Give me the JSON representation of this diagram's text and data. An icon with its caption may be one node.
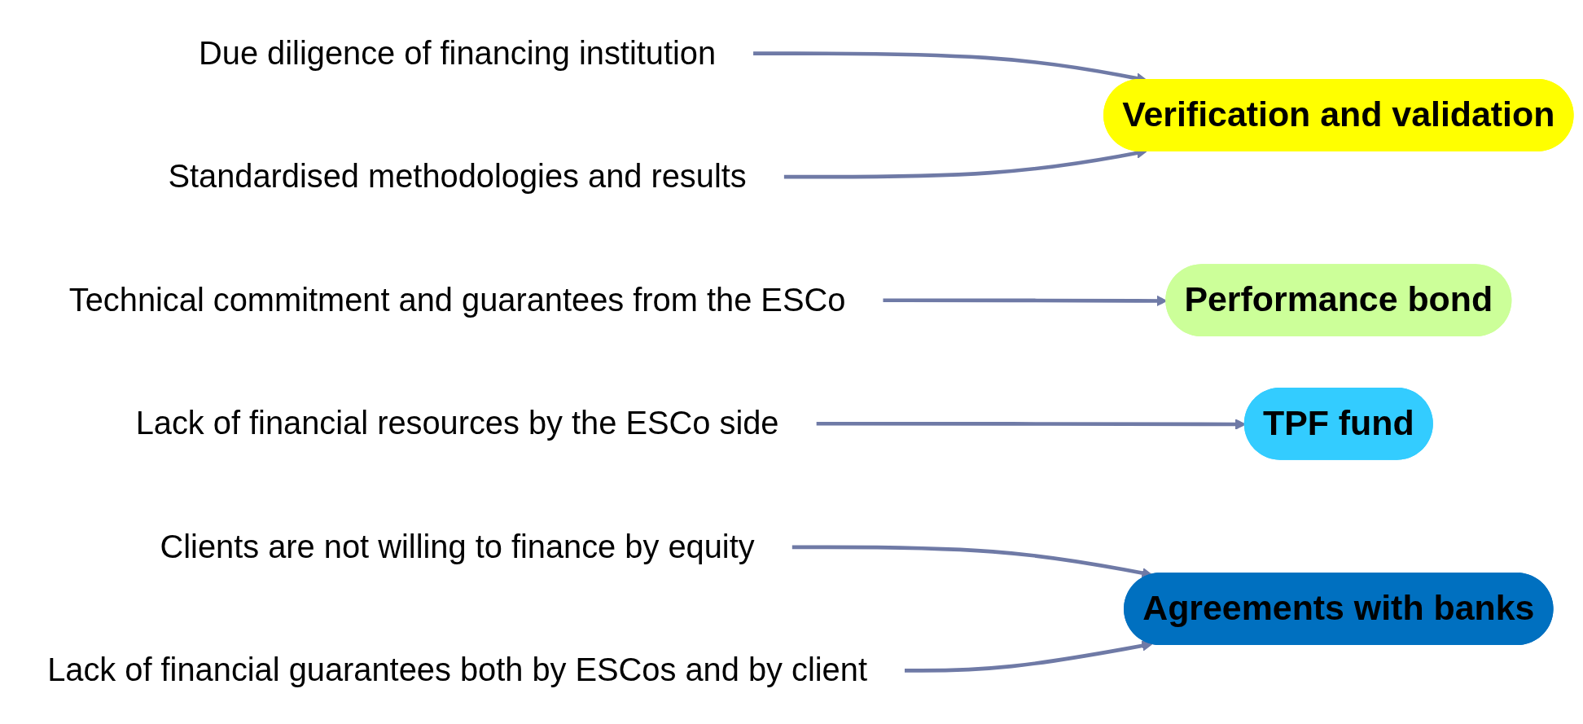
{
  "diagram": {
    "nodes": [
      {
        "text": [
          "Due diligence of financing institution"
        ]
      },
      {
        "text": [
          "Standardised methodologies and results"
        ]
      },
      {
        "text": [
          "Verification and validation"
        ]
      },
      {
        "text": [
          "Technical commitment and guarantees from the ESCo"
        ]
      },
      {
        "text": [
          "Performance bond"
        ]
      },
      {
        "text": [
          "Lack of financial resources by the ESCo side"
        ]
      },
      {
        "text": [
          "Clients are not willing to finance by equity"
        ]
      },
      {
        "text": [
          "Lack of financial guarantees both by ESCos and by client"
        ]
      },
      {
        "text": [
          "TPF fund"
        ]
      },
      {
        "text": [
          "Agreements with banks"
        ]
      }
    ],
    "edges": [
      {
        "from": 0,
        "to": 2,
        "arrow": "to"
      },
      {
        "from": 1,
        "to": 2,
        "arrow": "to"
      },
      {
        "from": 3,
        "to": 4,
        "arrow": "to"
      },
      {
        "from": 5,
        "to": 8,
        "arrow": "to"
      },
      {
        "from": 6,
        "to": 9,
        "arrow": "to"
      },
      {
        "from": 7,
        "to": 9,
        "arrow": "to"
      }
    ]
  }
}
